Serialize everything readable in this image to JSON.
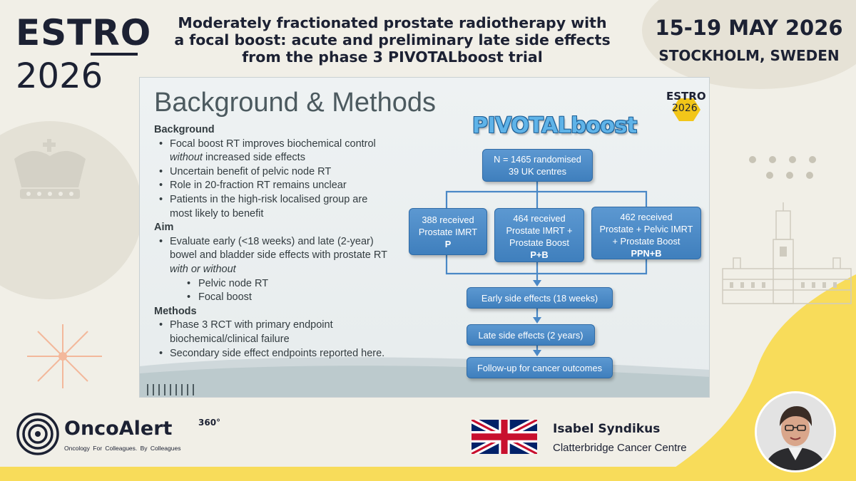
{
  "header": {
    "logo_word": "ESTRO",
    "logo_year": "2026",
    "headline_lines": [
      "Moderately fractionated prostate radiotherapy with",
      "a focal boost: acute and preliminary late side effects",
      "from the phase 3 PIVOTALboost trial"
    ],
    "event_date": "15-19 MAY 2026",
    "event_city": "STOCKHOLM, SWEDEN"
  },
  "slide": {
    "title": "Background & Methods",
    "badge_word": "ESTRO",
    "badge_year": "2026",
    "lines": [
      {
        "kind": "section",
        "text": "Background"
      },
      {
        "kind": "bullet",
        "text": "Focal boost RT improves biochemical control"
      },
      {
        "kind": "cont-italic",
        "text": "without increased side effects",
        "italic": "without",
        "rest": " increased side effects"
      },
      {
        "kind": "bullet",
        "text": "Uncertain benefit of pelvic node RT"
      },
      {
        "kind": "bullet",
        "text": "Role in 20-fraction RT remains unclear"
      },
      {
        "kind": "bullet",
        "text": "Patients in the high-risk localised  group are"
      },
      {
        "kind": "cont",
        "text": "most likely to benefit"
      },
      {
        "kind": "section",
        "text": "Aim"
      },
      {
        "kind": "bullet",
        "text": "Evaluate early (<18 weeks) and late (2-year)"
      },
      {
        "kind": "cont",
        "text": "bowel and bladder side effects with prostate RT"
      },
      {
        "kind": "cont-italic-only",
        "text": "with or without"
      },
      {
        "kind": "subbullet",
        "text": "Pelvic node RT"
      },
      {
        "kind": "subbullet",
        "text": "Focal boost"
      },
      {
        "kind": "section",
        "text": "Methods"
      },
      {
        "kind": "bullet",
        "text": "Phase 3 RCT with primary endpoint"
      },
      {
        "kind": "cont",
        "text": "biochemical/clinical failure"
      },
      {
        "kind": "bullet",
        "text": "Secondary side effect endpoints reported here."
      }
    ],
    "flow": {
      "logo": "PIVOTALboost",
      "randomised": [
        "N = 1465 randomised",
        "39 UK centres"
      ],
      "arm_p": [
        "388 received",
        "Prostate IMRT",
        "P"
      ],
      "arm_pb": [
        "464 received",
        "Prostate IMRT +",
        "Prostate Boost",
        "P+B"
      ],
      "arm_ppnb": [
        "462 received",
        "Prostate + Pelvic IMRT",
        "+ Prostate Boost",
        "PPN+B"
      ],
      "early": "Early side effects (18 weeks)",
      "late": "Late side effects (2 years)",
      "followup": "Follow-up for cancer outcomes"
    }
  },
  "footer": {
    "brand": "OncoAlert",
    "brand_sup": "360°",
    "tagline": "Oncology   For Colleagues.   By Colleagues",
    "speaker_name": "Isabel Syndikus",
    "speaker_affiliation": "Clatterbridge Cancer Centre"
  },
  "colors": {
    "navy": "#1c2133",
    "accent_yellow": "#f8dc5a",
    "flow_blue": "#4a88c6",
    "background": "#f1efe7"
  }
}
